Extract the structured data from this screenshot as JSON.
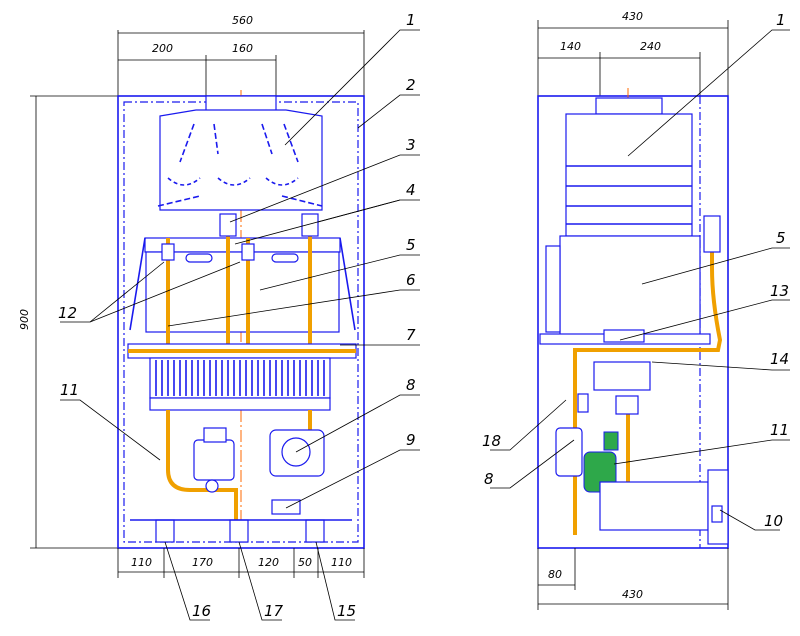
{
  "front_view": {
    "dims": {
      "overall_width": "560",
      "left_offset": "200",
      "flue_width": "160",
      "height": "900",
      "bottom_segments": [
        "110",
        "170",
        "120",
        "50",
        "110"
      ]
    },
    "callouts_right": [
      "1",
      "2",
      "3",
      "4",
      "5",
      "6",
      "7",
      "8",
      "9"
    ],
    "callouts_left": [
      "11",
      "12"
    ],
    "callouts_bottom": [
      "16",
      "17",
      "15"
    ]
  },
  "side_view": {
    "dims": {
      "overall_width_top": "430",
      "left_offset": "140",
      "right_section": "240",
      "bottom_offset": "80",
      "overall_width_bottom": "430"
    },
    "callouts_right": [
      "1",
      "5",
      "13",
      "14",
      "11",
      "10"
    ],
    "callouts_left": [
      "18",
      "8"
    ]
  },
  "colors": {
    "outline": "#1a1aee",
    "centerline": "#ff6a00",
    "pipe": "#f0a000",
    "valve": "#2ea84a"
  }
}
